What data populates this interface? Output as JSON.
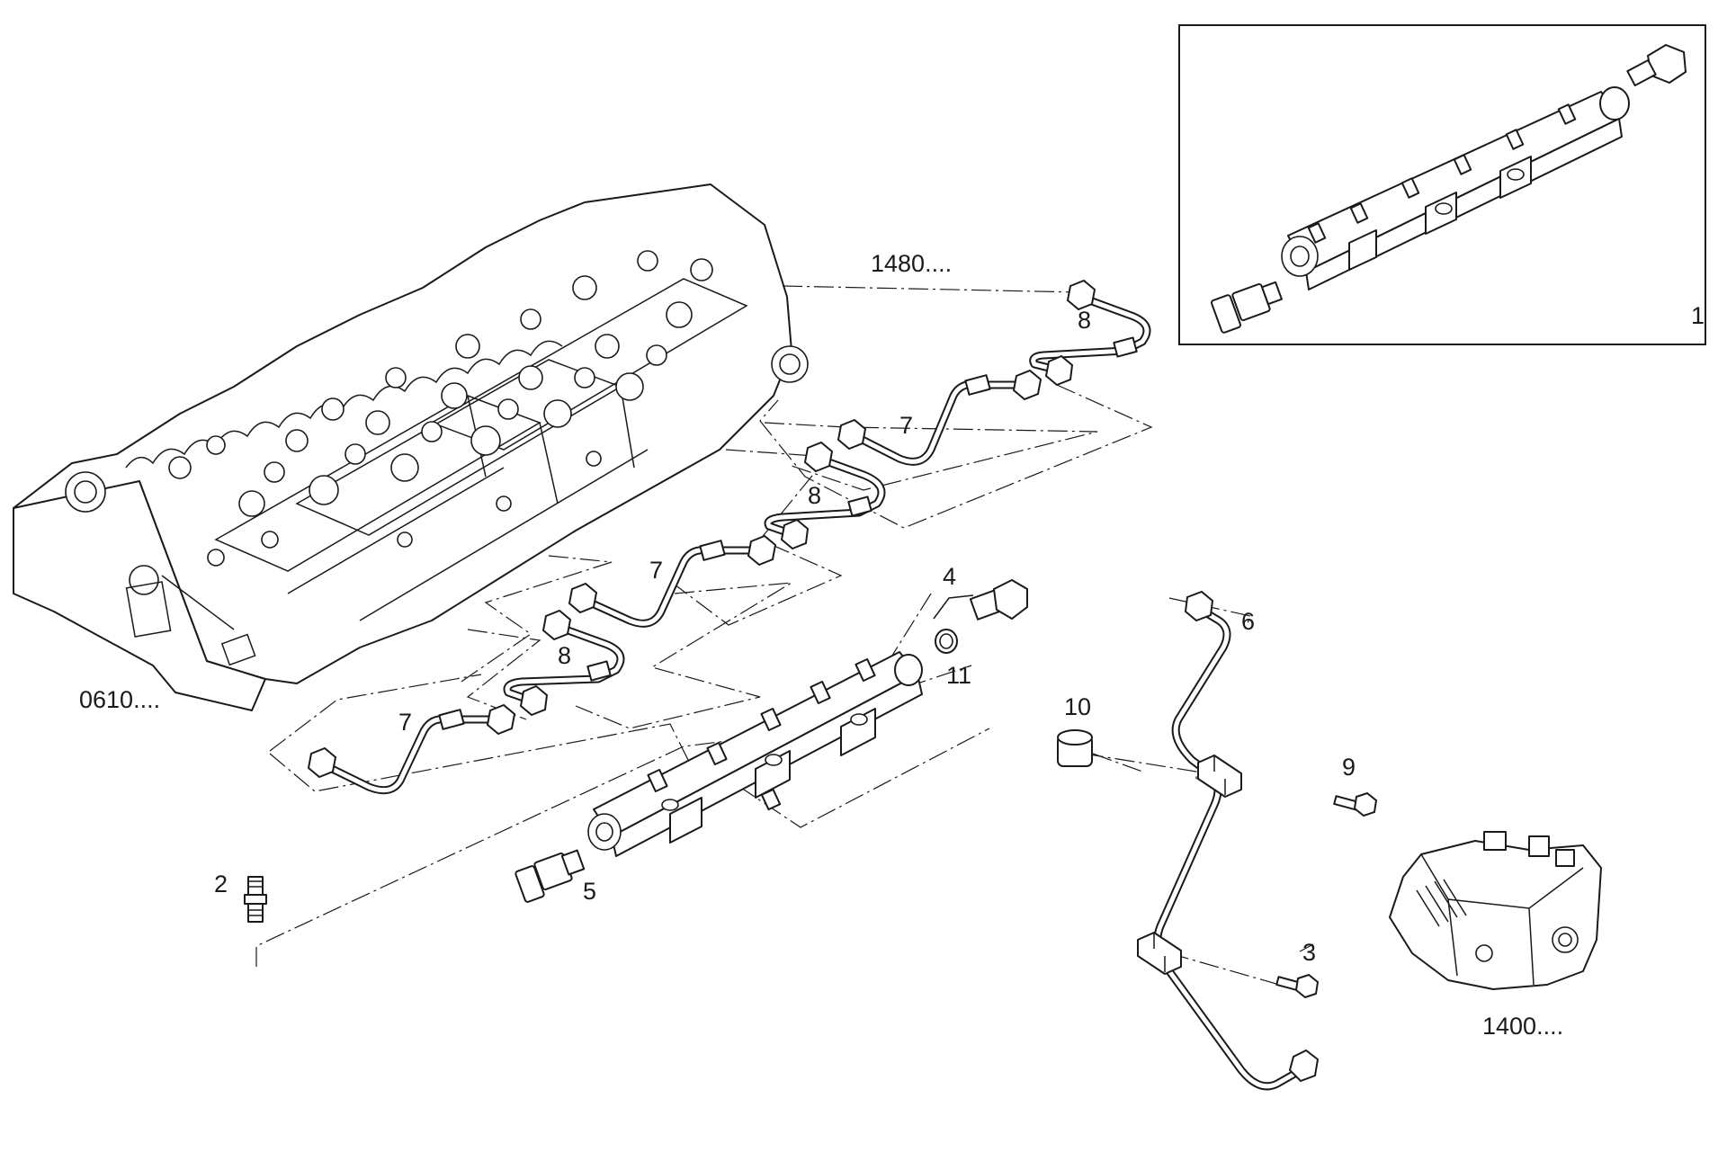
{
  "callouts": {
    "c1": "1",
    "c2": "2",
    "c3": "3",
    "c4": "4",
    "c5": "5",
    "c6": "6",
    "c7a": "7",
    "c7b": "7",
    "c7c": "7",
    "c8a": "8",
    "c8b": "8",
    "c8c": "8",
    "c9": "9",
    "c10": "10",
    "c11": "11"
  },
  "references": {
    "ref_0610": "0610....",
    "ref_1480": "1480....",
    "ref_1400": "1400...."
  },
  "colors": {
    "line": "#1a1a1a",
    "background": "#ffffff"
  },
  "parts": [
    "cylinder-head",
    "fuel-rail",
    "inset-fuel-rail-assembly",
    "rail-pressure-sensor",
    "pressure-relief-valve",
    "injector-pipe",
    "feed-pipe",
    "pipe-clamp",
    "screw",
    "stud",
    "spacer",
    "seal-ring",
    "high-pressure-pump"
  ]
}
